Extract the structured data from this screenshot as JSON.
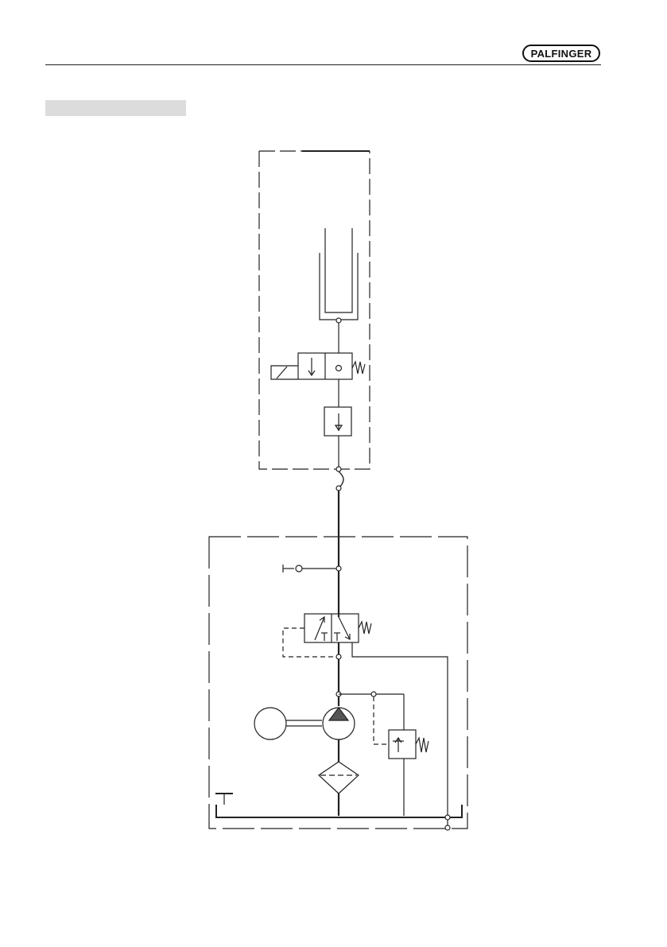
{
  "header": {
    "logo_text": "PALFINGER"
  },
  "colors": {
    "line": "#222222",
    "section_bar": "#dcdcdc"
  },
  "diagram": {
    "type": "hydraulic-schematic",
    "components": [
      "cylinder",
      "solenoid-valve",
      "check-valve",
      "hose-connection",
      "pressure-gauge-port",
      "directional-control-valve",
      "pump",
      "motor",
      "filter",
      "pressure-relief-valve",
      "tank"
    ]
  }
}
